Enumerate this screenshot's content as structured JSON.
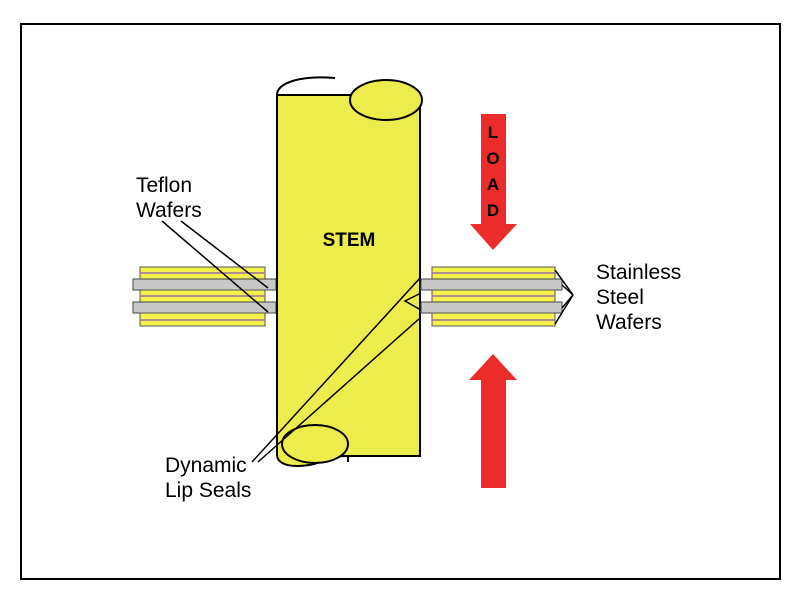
{
  "labels": {
    "stem": "STEM",
    "load": "LOAD",
    "teflon_line1": "Teflon",
    "teflon_line2": "Wafers",
    "stainless_line1": "Stainless",
    "stainless_line2": "Steel",
    "stainless_line3": "Wafers",
    "lip_line1": "Dynamic",
    "lip_line2": "Lip Seals"
  },
  "colors": {
    "stem_fill": "#ecec4c",
    "wafer_yellow": "#f2f24a",
    "wafer_gray": "#c8c8c8",
    "wafer_purple": "#9a70a0",
    "arrow_red": "#ec2b2b",
    "outline": "#000000"
  }
}
